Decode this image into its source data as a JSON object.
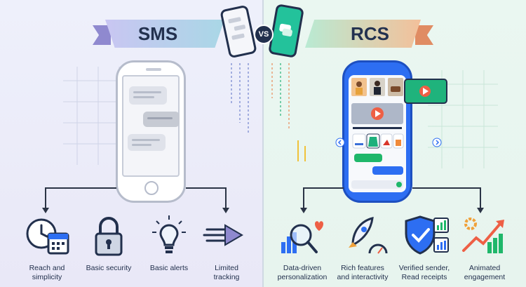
{
  "banner": {
    "left": "SMS",
    "right": "RCS",
    "vs": "VS"
  },
  "features": {
    "sms": [
      {
        "label": "Reach and\nsimplicity",
        "icon": "clock-calendar-icon"
      },
      {
        "label": "Basic security",
        "icon": "padlock-icon"
      },
      {
        "label": "Basic alerts",
        "icon": "lightbulb-icon"
      },
      {
        "label": "Limited\ntracking",
        "icon": "speed-arrow-icon"
      }
    ],
    "rcs": [
      {
        "label": "Data-driven\npersonalization",
        "icon": "magnifier-chart-heart-icon"
      },
      {
        "label": "Rich features\nand interactivity",
        "icon": "rocket-gauge-icon"
      },
      {
        "label": "Verified sender,\nRead receipts",
        "icon": "shield-check-chart-icon"
      },
      {
        "label": "Animated\nengagement",
        "icon": "growth-arrow-gear-icon"
      }
    ]
  },
  "colors": {
    "navy": "#22304d",
    "rcs_blue": "#2d6ef2",
    "rcs_green": "#23c29b",
    "sms_purple": "#8f89cf",
    "rcs_orange": "#e08c63"
  }
}
